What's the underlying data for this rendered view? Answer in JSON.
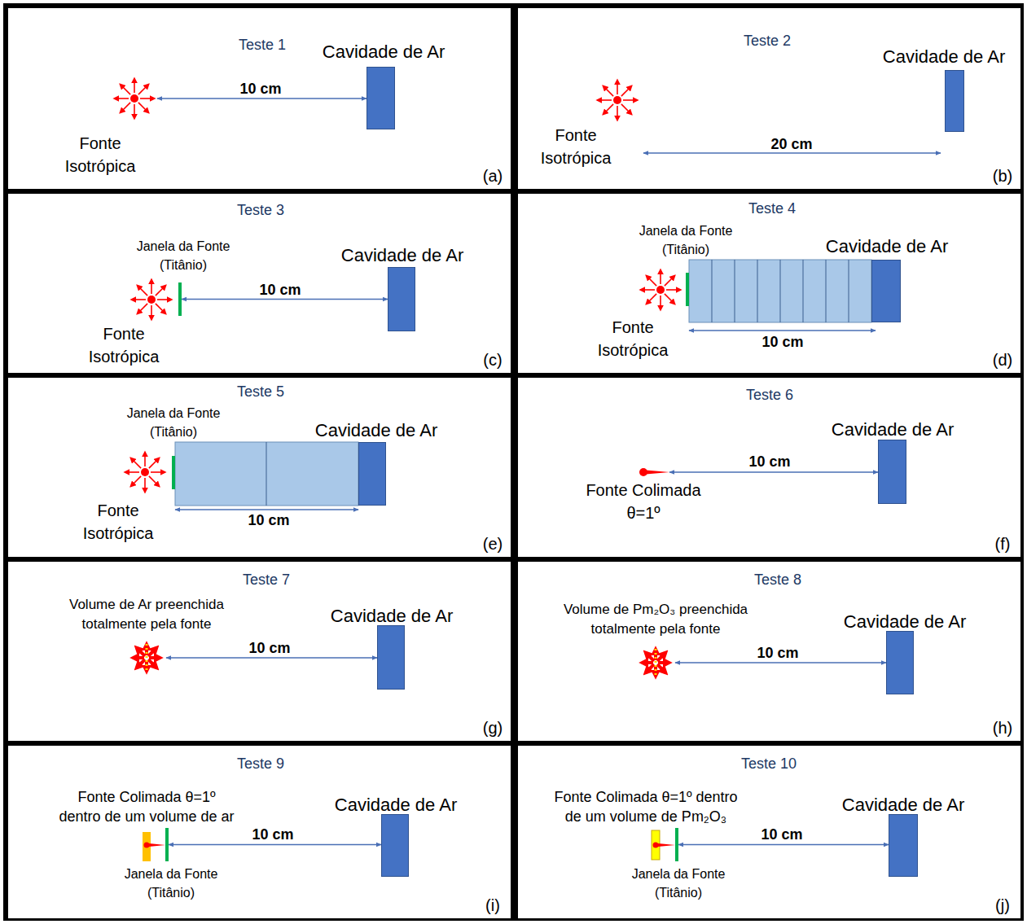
{
  "diagram": {
    "nodes": [
      {
        "text": [
          "Teste 1",
          "(a)"
        ]
      },
      {
        "text": [
          "Fonte Isotrópica"
        ],
        "in": 0
      },
      {
        "text": [
          "Cavidade de Ar"
        ],
        "in": 0
      },
      {
        "text": [
          "Teste 2",
          "(b)"
        ]
      },
      {
        "text": [
          "Fonte Isotrópica"
        ],
        "in": 3
      },
      {
        "text": [
          "Cavidade de Ar"
        ],
        "in": 3
      },
      {
        "text": [
          "Teste 3",
          "(c)"
        ]
      },
      {
        "text": [
          "Janela da Fonte (Titânio)"
        ],
        "in": 6
      },
      {
        "text": [
          "Fonte Isotrópica"
        ],
        "in": 6
      },
      {
        "text": [
          "Cavidade de Ar"
        ],
        "in": 6
      },
      {
        "text": [
          "Teste 4",
          "(d)"
        ]
      },
      {
        "text": [
          "Janela da Fonte (Titânio)"
        ],
        "in": 10
      },
      {
        "text": [
          "Cavidade de Ar"
        ],
        "in": 10
      },
      {
        "text": [
          "Fonte Isotrópica"
        ],
        "in": 10
      },
      {
        "text": [
          "Teste 5",
          "(e)"
        ]
      },
      {
        "text": [
          "Janela da Fonte (Titânio)"
        ],
        "in": 14
      },
      {
        "text": [
          "Fonte Isotrópica"
        ],
        "in": 14
      },
      {
        "text": [
          "Cavidade de Ar"
        ],
        "in": 14
      },
      {
        "text": [
          "Teste 6",
          "(f)"
        ]
      },
      {
        "text": [
          "Fonte Colimada θ=1º"
        ],
        "in": 18
      },
      {
        "text": [
          "Cavidade de Ar"
        ],
        "in": 18
      },
      {
        "text": [
          "Teste 7",
          "(g)"
        ]
      },
      {
        "text": [
          "Volume de Ar preenchida totalmente pela fonte"
        ],
        "in": 21
      },
      {
        "text": [
          "Cavidade de Ar"
        ],
        "in": 21
      },
      {
        "text": [
          "Teste 8",
          "(h)"
        ]
      },
      {
        "text": [
          "Volume de Pm₂O₃ preenchida totalmente pela fonte"
        ],
        "in": 24
      },
      {
        "text": [
          "Cavidade de Ar"
        ],
        "in": 24
      },
      {
        "text": [
          "Teste 9",
          "(i)"
        ]
      },
      {
        "text": [
          "Fonte Colimada θ=1º dentro de um volume de ar"
        ],
        "in": 27
      },
      {
        "text": [
          "Janela da Fonte (Titânio)"
        ],
        "in": 27
      },
      {
        "text": [
          "Cavidade de Ar"
        ],
        "in": 27
      },
      {
        "text": [
          "Teste 10",
          "(j)"
        ]
      },
      {
        "text": [
          "Fonte Colimada θ=1º dentro de um volume de Pm₂O₃"
        ],
        "in": 31
      },
      {
        "text": [
          "Janela da Fonte (Titânio)"
        ],
        "in": 31
      },
      {
        "text": [
          "Cavidade de Ar"
        ],
        "in": 31
      }
    ],
    "edges": [
      {
        "from": 1,
        "to": 2,
        "label": "10 cm",
        "arrow": "both"
      },
      {
        "from": 7,
        "to": 9,
        "label": "10 cm",
        "arrow": "both"
      },
      {
        "from": 19,
        "to": 20,
        "label": "10 cm",
        "arrow": "both"
      },
      {
        "from": 22,
        "to": 23,
        "label": "10 cm",
        "arrow": "both"
      },
      {
        "from": 25,
        "to": 26,
        "label": "10 cm",
        "arrow": "both"
      },
      {
        "from": 29,
        "to": 30,
        "label": "10 cm",
        "arrow": "both"
      },
      {
        "from": 33,
        "to": 34,
        "label": "10 cm",
        "arrow": "both"
      }
    ],
    "labels": [
      "20 cm",
      "10 cm",
      "10 cm"
    ]
  }
}
